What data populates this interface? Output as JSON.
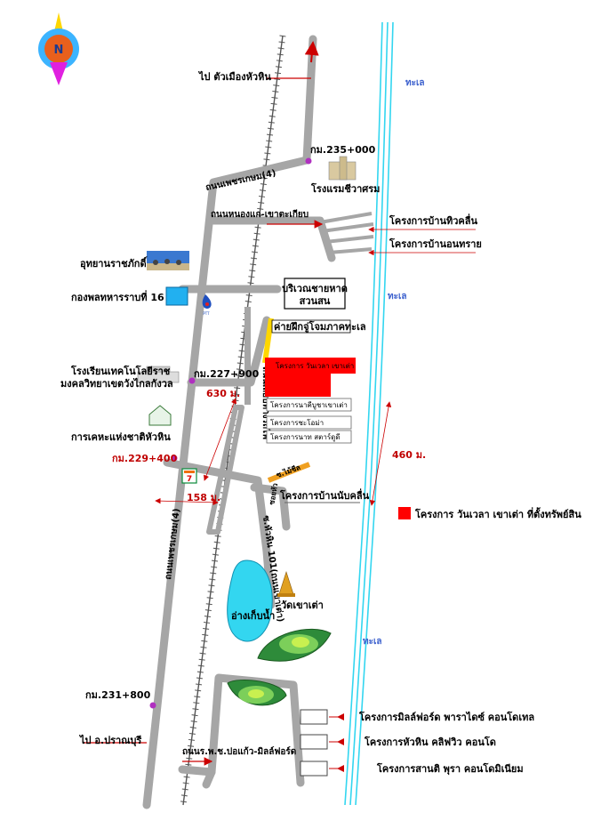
{
  "compass": {
    "label": "N",
    "colors": {
      "ring": "#3cb4ff",
      "center": "#e8601c",
      "pointer": "#e020e0"
    }
  },
  "sea": {
    "labels": [
      "ทะเล",
      "ทะเล",
      "ทะเล"
    ],
    "color": "#3a5fcd"
  },
  "roads": {
    "phetkasem_upper": "ถนนเพชรเกษม(4)",
    "phetkasem_lower": "ถนนเพชรเกษม(4)",
    "nongkae": "ถนนหนองแก-เขาตะเกียบ",
    "hua_hin_101": "ซ.หัวหิน 101(ถนนเขาเต่า)",
    "soi_small": "ซ.ไม้ซีล",
    "soi_small2": "ซอยหัว",
    "railway_side": "ถนนเลียบทางรถไฟ",
    "bottom": "ถนนร.พ.ช.ปอแก้ว-มิลล์ฟอร์ด"
  },
  "labels": {
    "to_town": "ไป ตัวเมืองหัวหิน",
    "to_pranburi": "ไป อ.ปราณบุรี",
    "km235": "กม.235+000",
    "km227": "กม.227+900",
    "km229": "กม.229+400",
    "km231": "กม.231+800",
    "hotel": "โรงแรมชีวาศรม",
    "park": "อุทยานราชภักดิ์",
    "regiment": "กองพลทหารราบที่ 16",
    "beach_line1": "บริเวณชายหาด",
    "beach_line2": "สวนสน",
    "camp": "ค่ายฝึกจู่โจมภาคทะเล",
    "school_line1": "โรงเรียนเทคโนโลยีราช",
    "school_line2": "มงคลวิทยาเขตวังไกลกังวล",
    "agri": "การเคหะแห่งชาติหัวหิน",
    "reservoir": "อ่างเก็บน้ำ",
    "temple": "วัดเขาเต่า",
    "ptt": "PTT"
  },
  "distances": {
    "d630": "630 ม.",
    "d460": "460 ม.",
    "d158": "158 ม."
  },
  "projects": {
    "wave": "โครงการบ้านทิวคลื่น",
    "sand": "โครงการบ้านอนทราย",
    "main_red": "โครงการ วันเวลา เขาเต่า",
    "strip1": "โครงการนาคีบูชาเขาเต่า",
    "strip2": "โครงการชะโอม่า",
    "strip3": "โครงการนาท สตาร์ดูดี",
    "wave2": "โครงการบ้านนับคลื่น",
    "millford": "โครงการมิลล์ฟอร์ด พาราไดซ์ คอนโดเทล",
    "cliff": "โครงการหัวหิน คลิฟวิว คอนโด",
    "santi": "โครงการสานติ พุรา คอนโดมิเนียม"
  },
  "legend": {
    "text": "โครงการ วันเวลา เขาเต่า ที่ตั้งทรัพย์สิน",
    "color": "#ff0000"
  },
  "colors": {
    "road": "#a6a6a6",
    "project": "#ff0000",
    "arrow": "#cc0000",
    "camp_road": "#ffd700",
    "soi_road": "#f0a020",
    "reservoir": "#33d6f0",
    "green": "#3a9a3a"
  }
}
